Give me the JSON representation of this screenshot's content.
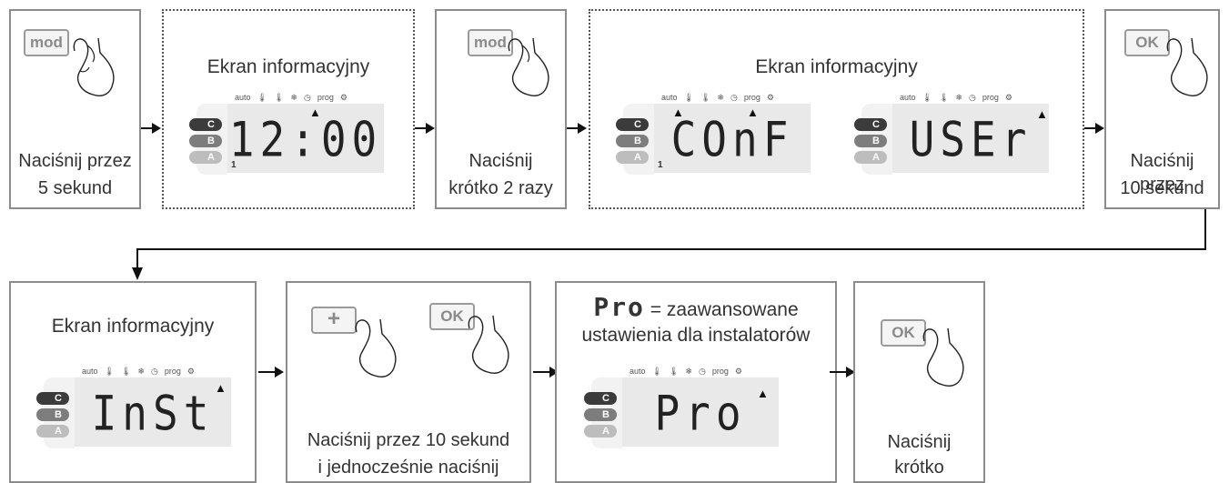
{
  "row1": {
    "step1": {
      "key": "mod",
      "caption1": "Naciśnij przez",
      "caption2": "5 sekund"
    },
    "info1": {
      "title": "Ekran informacyjny",
      "display": "12:00",
      "indicator": "1"
    },
    "step2": {
      "key": "mod",
      "caption1": "Naciśnij",
      "caption2": "krótko 2 razy"
    },
    "info2": {
      "title": "Ekran informacyjny",
      "display_a": "COnF",
      "indicator": "1",
      "display_b": "USEr"
    },
    "step3": {
      "key": "OK",
      "caption1": "Naciśnij przez",
      "caption2": "10 sekund"
    }
  },
  "row2": {
    "info3": {
      "title": "Ekran informacyjny",
      "display": "InSt"
    },
    "step4": {
      "key_a": "+",
      "key_b": "OK",
      "caption1": "Naciśnij przez 10 sekund",
      "caption2": "i jednocześnie naciśnij"
    },
    "info4": {
      "code": "Pro",
      "title_suffix": "= zaawansowane",
      "title2": "ustawienia dla instalatorów",
      "display": "Pro"
    },
    "step5": {
      "key": "OK",
      "caption1": "Naciśnij",
      "caption2": "krótko"
    }
  },
  "lcd_icons": {
    "auto": "auto",
    "prog": "prog"
  },
  "lcd_tabs": {
    "c": "C",
    "b": "B",
    "a": "A"
  }
}
